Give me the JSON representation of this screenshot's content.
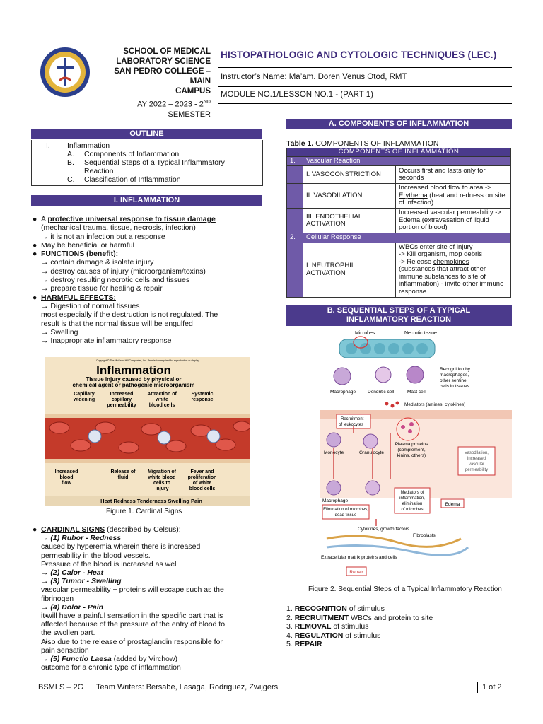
{
  "header": {
    "school_lines": [
      "SCHOOL OF MEDICAL",
      "LABORATORY SCIENCE",
      "SAN PEDRO COLLEGE – MAIN",
      "CAMPUS"
    ],
    "ay_prefix": "AY 2022 – 2023 - 2",
    "ay_sup": "ND",
    "ay_suffix": " SEMESTER",
    "course_title": "HISTOPATHOLOGIC AND CYTOLOGIC TECHNIQUES (LEC.)",
    "instructor": "Instructor’s Name: Ma’am. Doren Venus Otod, RMT",
    "module": "MODULE NO.1/LESSON NO.1 - (PART 1)"
  },
  "outline": {
    "title": "OUTLINE",
    "items": [
      {
        "num": "I.",
        "text": "Inflammation"
      },
      {
        "num": "A.",
        "text": "Components of Inflammation"
      },
      {
        "num": "B.",
        "text": "Sequential Steps of a Typical Inflammatory"
      },
      {
        "num": "",
        "text": "Reaction"
      },
      {
        "num": "C.",
        "text": "Classification of Inflammation"
      }
    ]
  },
  "section1": {
    "title": "I. INFLAMMATION",
    "bullet1_pre": "A ",
    "bullet1_bold": "protective universal response to tissue damage",
    "bullet1_line2": "(mechanical trauma, tissue, necrosis, infection)",
    "bullet1_line3": "→ it is not an infection but a response",
    "bullet2": "May be beneficial or harmful",
    "functions_label": "FUNCTIONS (benefit):",
    "functions": [
      "→ contain damage & isolate injury",
      "→ destroy causes of injury (microorganism/toxins)",
      "→ destroy resulting necrotic cells and tissues",
      "→ prepare tissue for healing & repair"
    ],
    "harmful_label": "HARMFUL EFFECTS:",
    "harmful1": "→ Digestion of normal tissues",
    "harmful1_sub": [
      "most especially if the destruction is not regulated. The",
      "result is that the normal tissue will be engulfed"
    ],
    "harmful2": "→ Swelling",
    "harmful3": "→ Inappropriate inflammatory response"
  },
  "figure1": {
    "copyright": "Copyright © The McGraw-Hill Companies, Inc. Permission required for reproduction or display.",
    "title": "Inflammation",
    "subtitle1": "Tissue injury caused by physical or",
    "subtitle2": "chemical agent or pathogenic microorganism",
    "top_labels": [
      [
        "Capillary",
        "widening"
      ],
      [
        "Increased",
        "capillary",
        "permeability"
      ],
      [
        "Attraction of",
        "white",
        "blood cells"
      ],
      [
        "Systemic",
        "response"
      ]
    ],
    "bottom_labels": [
      [
        "Increased",
        "blood",
        "flow"
      ],
      [
        "Release of",
        "fluid"
      ],
      [
        "Migration of",
        "white blood",
        "cells to",
        "injury"
      ],
      [
        "Fever and",
        "proliferation",
        "of white",
        "blood cells"
      ]
    ],
    "signs": "Heat  Redness  Tenderness  Swelling  Pain",
    "caption": "Figure 1. Cardinal Signs"
  },
  "cardinal": {
    "label": "CARDINAL SIGNS",
    "label_suffix": " (described by Celsus):",
    "rubor": "→ (1) Rubor - Redness",
    "rubor_sub": [
      "caused by hyperemia wherein there is increased",
      "permeability in the blood vessels.",
      "Pressure of the blood is increased as well"
    ],
    "calor": "→ (2) Calor - Heat",
    "tumor": "→ (3) Tumor - Swelling",
    "tumor_sub": [
      "vascular permeability + proteins will escape such as the",
      "fibrinogen"
    ],
    "dolor": "→ (4) Dolor - Pain",
    "dolor_sub": [
      "it will have a painful sensation in the specific part that is",
      "affected because of the pressure of the entry of blood to",
      "the swollen part.",
      "Also due to the release of prostaglandin responsible for",
      "pain sensation"
    ],
    "functio": "→ (5) Functio Laesa",
    "functio_suffix": " (added by Virchow)",
    "functio_sub": "outcome for a chronic type of inflammation"
  },
  "sectionA": {
    "title": "A. COMPONENTS OF INFLAMMATION",
    "table_label": "Table 1.",
    "table_caption": " COMPONENTS OF INFLAMMATION",
    "table_header": "COMPONENTS OF INFLAMMATION",
    "g1_num": "1.",
    "g1_label": "Vascular Reaction",
    "r1_name": "I. VASOCONSTRICTION",
    "r1_desc": "Occurs first and lasts only for seconds",
    "r2_name": "II. VASODILATION",
    "r2_desc1": "Increased blood flow to area ->",
    "r2_desc2u": "Erythema",
    "r2_desc3": " (heat and redness on site of infection)",
    "r3_name": "III. ENDOTHELIAL ACTIVATION",
    "r3_desc1": "Increased vascular permeability ->",
    "r3_desc2u": "Edema",
    "r3_desc3": " (extravasation of liquid portion of blood)",
    "g2_num": "2.",
    "g2_label": "Cellular Response",
    "r4_name": "I. NEUTROPHIL ACTIVATION",
    "r4_desc1": "WBCs enter site of injury",
    "r4_desc2": "-> Kill organism, mop debris",
    "r4_desc3a": "-> Release ",
    "r4_desc3u": "chemokines",
    "r4_desc4": "(substances that attract other immune substances to site of inflammation) - invite other immune response"
  },
  "sectionB": {
    "title1": "B. SEQUENTIAL STEPS OF A TYPICAL",
    "title2": "INFLAMMATORY REACTION",
    "fig_labels": {
      "microbes": "Microbes",
      "necrotic": "Necrotic tissue",
      "recognition": [
        "Recognition by",
        "macrophages,",
        "other sentinel",
        "cells in tissues"
      ],
      "macrophage": "Macrophage",
      "dendritic": "Dendritic cell",
      "mast": "Mast cell",
      "mediators": "Mediators (amines, cytokines)",
      "recruit": [
        "Recruitment",
        "of leukocytes"
      ],
      "monocyte": "Monocyte",
      "granulocyte": "Granulocyte",
      "plasma": [
        "Plasma proteins",
        "(complement,",
        "kinins, others)"
      ],
      "vaso": [
        "Vasodilation,",
        "increased",
        "vascular",
        "permeability"
      ],
      "macrophage2": "Macrophage",
      "mediators2": [
        "Mediators of",
        "inflammation,",
        "elimination",
        "of microbes"
      ],
      "edema": "Edema",
      "elim": [
        "Elimination of microbes,",
        "dead tissue"
      ],
      "cytokines": "Cytokines, growth factors",
      "fibroblasts": "Fibroblasts",
      "ecm": "Extracellular matrix proteins and cells",
      "repair": "Repair"
    },
    "caption": "Figure 2. Sequential Steps of a Typical Inflammatory Reaction",
    "steps": [
      {
        "num": "1.",
        "bold": "RECOGNITION",
        "text": " of stimulus"
      },
      {
        "num": "2.",
        "bold": "RECRUITMENT",
        "text": " WBCs and protein to site"
      },
      {
        "num": "3.",
        "bold": "REMOVAL",
        "text": " of stimulus"
      },
      {
        "num": "4.",
        "bold": "REGULATION",
        "text": " of stimulus"
      },
      {
        "num": "5.",
        "bold": "REPAIR",
        "text": ""
      }
    ]
  },
  "footer": {
    "left": "BSMLS – 2G",
    "writers": "Team Writers: Bersabe, Lasaga, Rodriguez, Zwijgers",
    "page": "1 of 2"
  }
}
